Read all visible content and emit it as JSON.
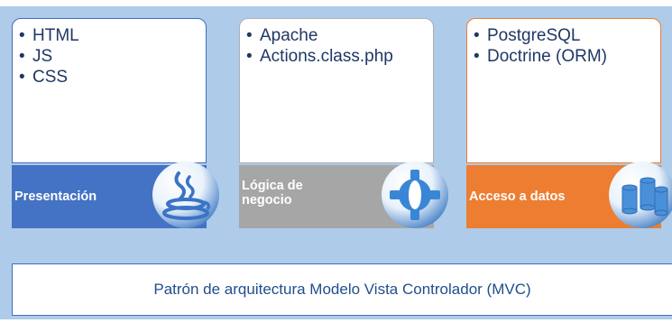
{
  "columns": [
    {
      "items": [
        "HTML",
        "JS",
        "CSS"
      ],
      "label": "Presentación",
      "icon": "java-coffee-cup-icon",
      "color": "#4472c4"
    },
    {
      "items": [
        "Apache",
        "Actions.class.php"
      ],
      "label": "Lógica de negocio",
      "icon": "gear-icon",
      "color": "#a6a6a6"
    },
    {
      "items": [
        "PostgreSQL",
        "Doctrine (ORM)"
      ],
      "label": "Acceso a datos",
      "icon": "database-cylinders-icon",
      "color": "#ed7d31"
    }
  ],
  "footer": {
    "text": "Patrón de arquitectura Modelo Vista Controlador (MVC)"
  },
  "colors": {
    "background_band": "#aecbe9",
    "item_text": "#1f3864"
  }
}
